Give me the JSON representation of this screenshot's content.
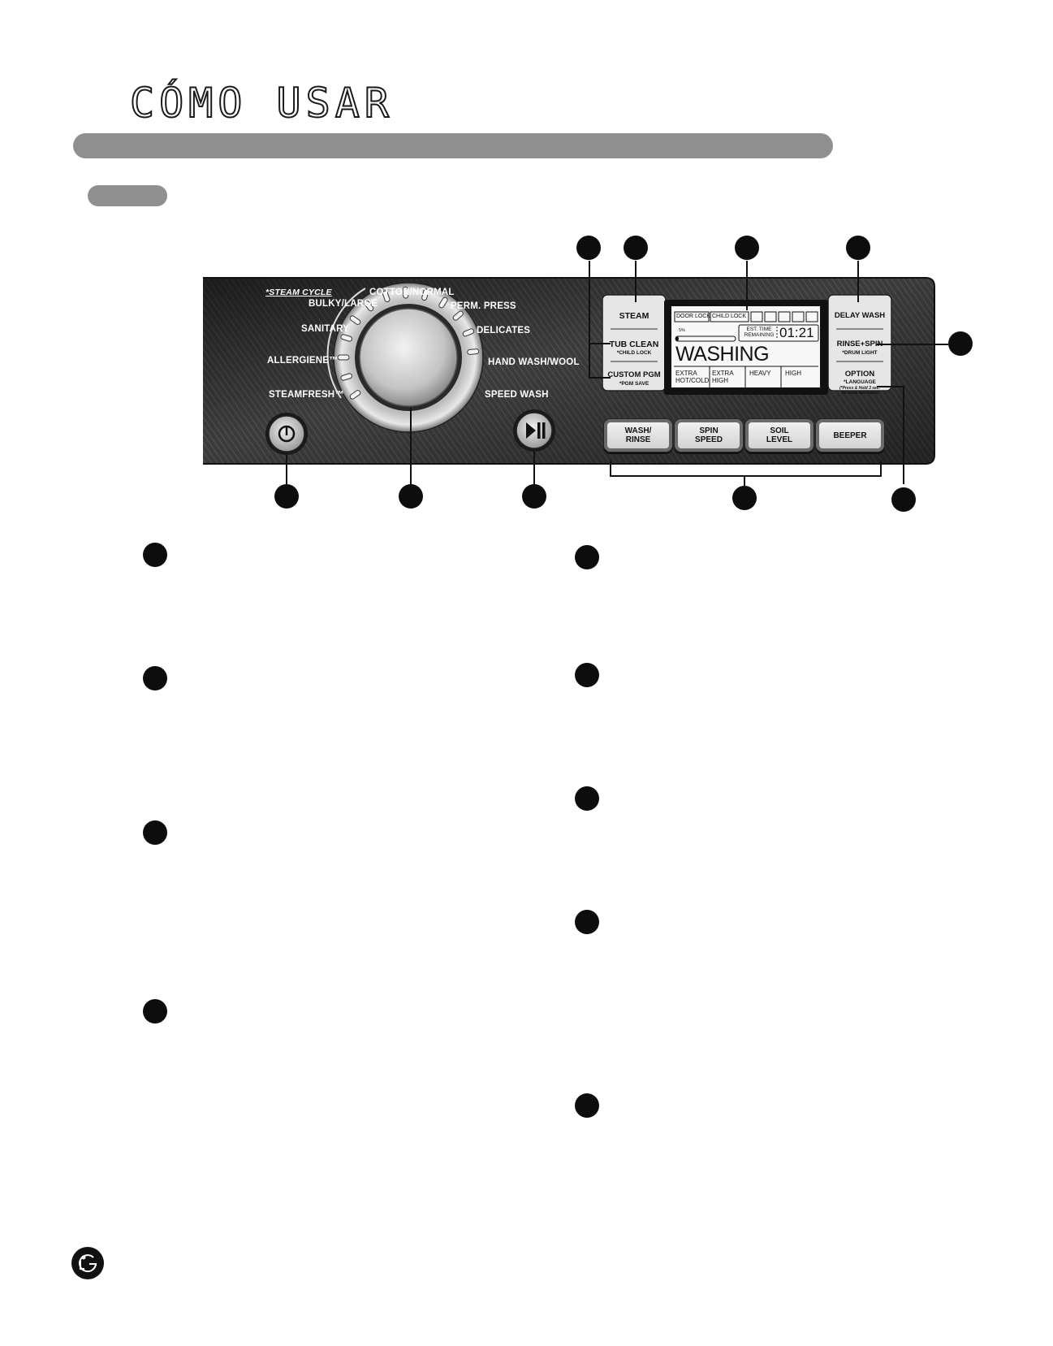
{
  "page": {
    "title": "CÓMO USAR"
  },
  "panel": {
    "steam_cycle_label": "*STEAM CYCLE",
    "dial_labels": {
      "cotton_normal": "COTTON/NORMAL",
      "bulky_large": "BULKY/LARGE",
      "perm_press": "PERM. PRESS",
      "sanitary": "SANITARY",
      "delicates": "DELICATES",
      "allergiene": "ALLERGIENE™",
      "hand_wash_wool": "HAND WASH/WOOL",
      "steamfresh": "STEAMFRESH™",
      "speed_wash": "SPEED WASH"
    },
    "left_buttons": {
      "steam": "STEAM",
      "tub_clean": "TUB CLEAN",
      "tub_clean_sub": "*CHILD LOCK",
      "custom_pgm": "CUSTOM PGM",
      "custom_pgm_sub": "*PGM SAVE"
    },
    "right_buttons": {
      "delay_wash": "DELAY WASH",
      "rinse_spin": "RINSE+SPIN",
      "rinse_spin_sub": "*DRUM LIGHT",
      "option": "OPTION",
      "option_sub": "*LANGUAGE",
      "option_note_1": "(*Press & Hold 3 sec.",
      "option_note_2": "for extra functions)"
    },
    "display": {
      "door_lock": "DOOR LOCK",
      "child_lock": "CHILD LOCK",
      "progress_label": "5%",
      "progress": 0.05,
      "est_time_1": "EST. TIME",
      "est_time_2": "REMAINING",
      "time": "01:21",
      "status": "WASHING",
      "cells": [
        {
          "line1": "EXTRA",
          "line2": "HOT/COLD"
        },
        {
          "line1": "EXTRA",
          "line2": "HIGH"
        },
        {
          "line1": "HEAVY",
          "line2": ""
        },
        {
          "line1": "HIGH",
          "line2": ""
        }
      ]
    },
    "bottom_buttons": [
      {
        "line1": "WASH/",
        "line2": "RINSE"
      },
      {
        "line1": "SPIN",
        "line2": "SPEED"
      },
      {
        "line1": "SOIL",
        "line2": "LEVEL"
      },
      {
        "line1": "BEEPER",
        "line2": ""
      }
    ]
  },
  "colors": {
    "panel_dark": "#2b2b2b",
    "bar_gray": "#8f8f8f",
    "callout": "#0d0d0d"
  }
}
